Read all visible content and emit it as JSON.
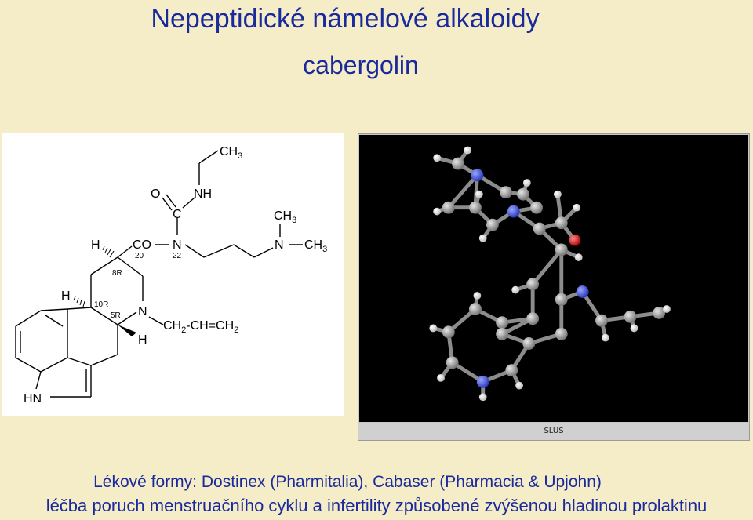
{
  "title": "Nepeptidické námelové alkaloidy",
  "subtitle": "cabergolin",
  "structure": {
    "labels": {
      "ch3_top": "CH",
      "sub3": "3",
      "o": "O",
      "nh": "NH",
      "c": "C",
      "h_top": "H",
      "co": "CO",
      "n20": "20",
      "n": "N",
      "n22": "22",
      "ch3_mid": "CH",
      "n_right": "N",
      "ch3_right": "CH",
      "r8": "8R",
      "h_left": "H",
      "r10": "10R",
      "r5": "5R",
      "n_ring": "N",
      "h_bottom": "H",
      "allyl_ch": "CH",
      "sub2": "2",
      "allyl_rest": "-CH=CH",
      "hn": "HN"
    }
  },
  "model_footer": "SLUS",
  "colors": {
    "text": "#1a2a9c",
    "background": "#f5ecc8",
    "atom_carbon": "#9a9a9a",
    "atom_nitrogen": "#3a4fd8",
    "atom_oxygen": "#e01010",
    "atom_hydrogen": "#f0f0f0"
  },
  "footer_line1": "Lékové formy: Dostinex (Pharmitalia), Cabaser (Pharmacia & Upjohn)",
  "footer_line2": "léčba poruch menstruačního cyklu a infertility způsobené zvýšenou hladinou prolaktinu"
}
